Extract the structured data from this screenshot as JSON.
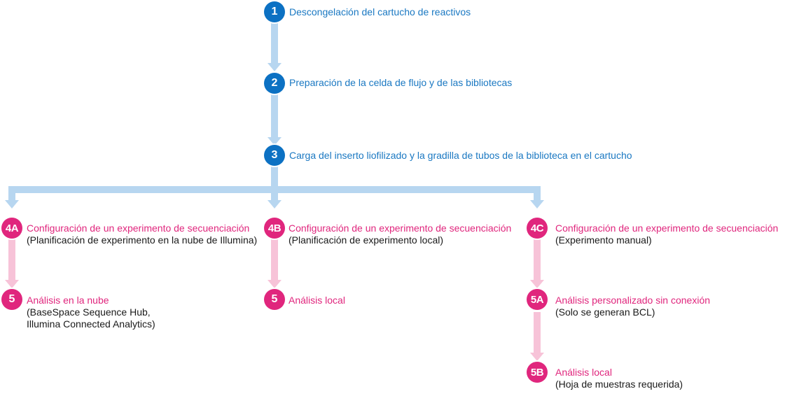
{
  "colors": {
    "step_blue": "#0c71c3",
    "step_pink": "#e0267d",
    "connector_blue": "#b7d6f0",
    "connector_pink": "#f7c3d8",
    "subtext": "#1a1a1a"
  },
  "steps": {
    "s1": {
      "badge": "1",
      "title": "Descongelación del cartucho de reactivos"
    },
    "s2": {
      "badge": "2",
      "title": "Preparación de la celda de flujo y de las bibliotecas"
    },
    "s3": {
      "badge": "3",
      "title": "Carga del inserto liofilizado y la gradilla de tubos de la biblioteca en el cartucho"
    },
    "s4a": {
      "badge": "4A",
      "title": "Configuración de un experimento de secuenciación",
      "sub": [
        "(Planificación de experimento en la nube de Illumina)"
      ]
    },
    "s4b": {
      "badge": "4B",
      "title": "Configuración de un experimento de secuenciación",
      "sub": [
        "(Planificación de experimento local)"
      ]
    },
    "s4c": {
      "badge": "4C",
      "title": "Configuración de un experimento de secuenciación",
      "sub": [
        "(Experimento manual)"
      ]
    },
    "s5_cloud": {
      "badge": "5",
      "title": "Análisis en la nube",
      "sub": [
        "(BaseSpace Sequence Hub,",
        "Illumina Connected Analytics)"
      ]
    },
    "s5_local": {
      "badge": "5",
      "title": "Análisis local"
    },
    "s5a": {
      "badge": "5A",
      "title": "Análisis personalizado sin conexión",
      "sub": [
        "(Solo se generan BCL)"
      ]
    },
    "s5b": {
      "badge": "5B",
      "title": "Análisis local",
      "sub": [
        "(Hoja de muestras requerida)"
      ]
    }
  }
}
